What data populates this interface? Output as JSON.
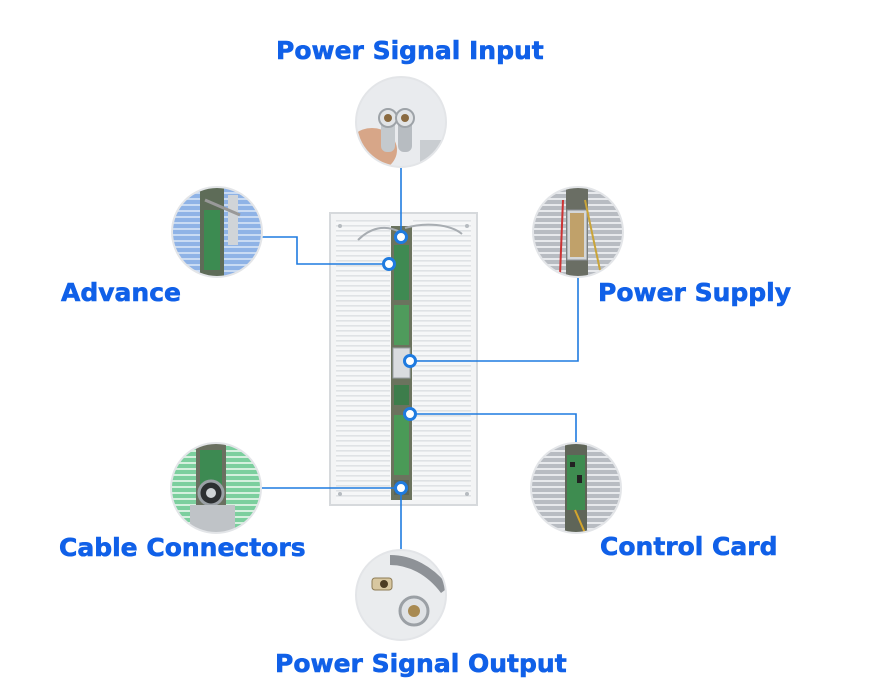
{
  "colors": {
    "label": "#1060e8",
    "connector": "#1f7be0",
    "panel_bg": "#f4f5f6",
    "panel_border": "#d9dcdf",
    "louver": "#e1e4e7",
    "spine": "#5f6a5a"
  },
  "labels": {
    "power_signal_input": "Power Signal Input",
    "advance": "Advance",
    "power_supply": "Power Supply",
    "cable_connectors": "Cable Connectors",
    "control_card": "Control Card",
    "power_signal_output": "Power Signal Output"
  },
  "callouts": [
    {
      "id": "power-signal-input",
      "photo_icon": "connector-plugs-photo"
    },
    {
      "id": "advance",
      "photo_icon": "module-photo"
    },
    {
      "id": "power-supply",
      "photo_icon": "power-supply-photo"
    },
    {
      "id": "cable-connectors",
      "photo_icon": "cable-connector-photo"
    },
    {
      "id": "control-card",
      "photo_icon": "control-card-photo"
    },
    {
      "id": "power-signal-output",
      "photo_icon": "output-connector-photo"
    }
  ]
}
